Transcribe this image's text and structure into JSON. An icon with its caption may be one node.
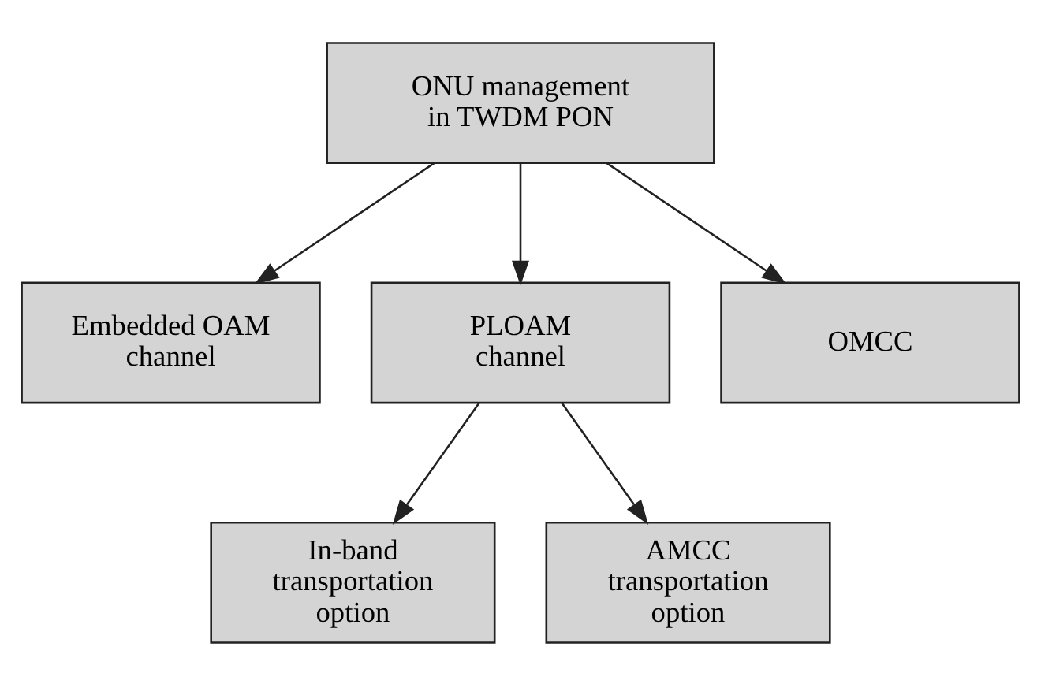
{
  "diagram": {
    "nodes": [
      {
        "text": [
          "ONU management in TWDM PON"
        ]
      },
      {
        "text": [
          "Embedded OAM channel"
        ]
      },
      {
        "text": [
          "PLOAM channel"
        ]
      },
      {
        "text": [
          "OMCC"
        ]
      },
      {
        "text": [
          "In-band transportation option"
        ]
      },
      {
        "text": [
          "AMCC transportation option"
        ]
      }
    ],
    "edges": [
      {
        "from": 0,
        "to": 1,
        "arrow": "to"
      },
      {
        "from": 0,
        "to": 2,
        "arrow": "to"
      },
      {
        "from": 0,
        "to": 3,
        "arrow": "to"
      },
      {
        "from": 2,
        "to": 4,
        "arrow": "to"
      },
      {
        "from": 2,
        "to": 5,
        "arrow": "to"
      }
    ]
  }
}
